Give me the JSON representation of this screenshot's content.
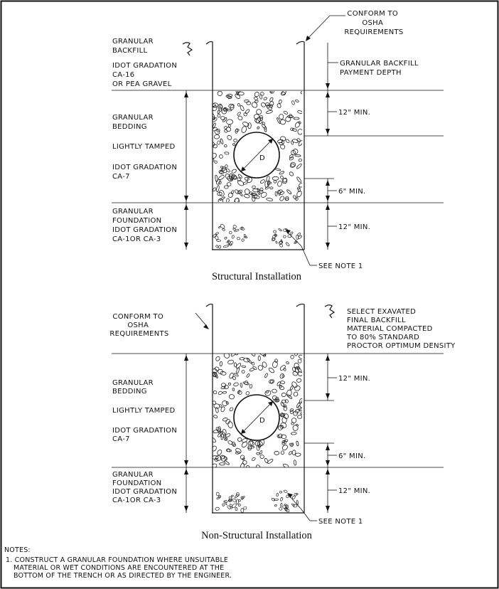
{
  "structural": {
    "caption": "Structural Installation",
    "left_labels": [
      [
        "GRANULAR",
        "BACKFILL"
      ],
      [
        "IDOT GRADATION",
        "CA-16",
        "OR PEA GRAVEL"
      ],
      [
        "GRANULAR",
        "BEDDING"
      ],
      [
        "LIGHTLY TAMPED"
      ],
      [
        "IDOT GRADATION",
        "CA-7"
      ],
      [
        "GRANULAR",
        "FOUNDATION",
        "IDOT GRADATION",
        "CA-1OR CA-3"
      ]
    ],
    "osha_note": [
      "CONFORM TO",
      "OSHA",
      "REQUIREMENTS"
    ],
    "payment_depth": [
      "GRANULAR BACKFILL",
      "PAYMENT DEPTH"
    ],
    "dim_top": "12\" MIN.",
    "dim_mid": "6\" MIN.",
    "dim_bottom": "12\" MIN.",
    "pipe_label": "D",
    "see_note": "SEE NOTE 1"
  },
  "non_structural": {
    "caption": "Non-Structural Installation",
    "left_labels": [
      [
        "CONFORM TO",
        "OSHA",
        "REQUIREMENTS"
      ],
      [
        "GRANULAR",
        "BEDDING"
      ],
      [
        "LIGHTLY TAMPED"
      ],
      [
        "IDOT GRADATION",
        "CA-7"
      ],
      [
        "GRANULAR",
        "FOUNDATION",
        "IDOT GRADATION",
        "CA-1OR CA-3"
      ]
    ],
    "backfill_note": [
      "SELECT EXAVATED",
      "FINAL BACKFILL",
      "MATERIAL COMPACTED",
      "TO 80% STANDARD",
      "PROCTOR OPTIMUM DENSITY"
    ],
    "dim_top": "12\" MIN.",
    "dim_mid": "6\" MIN.",
    "dim_bottom": "12\" MIN.",
    "pipe_label": "D",
    "see_note": "SEE NOTE 1"
  },
  "notes": {
    "heading": "NOTES:",
    "items": [
      [
        "1. CONSTRUCT A GRANULAR FOUNDATION WHERE UNSUITABLE",
        "MATERIAL OR WET CONDITIONS ARE ENCOUNTERED AT THE",
        "BOTTOM OF THE TRENCH OR AS DIRECTED BY THE ENGINEER."
      ]
    ]
  }
}
